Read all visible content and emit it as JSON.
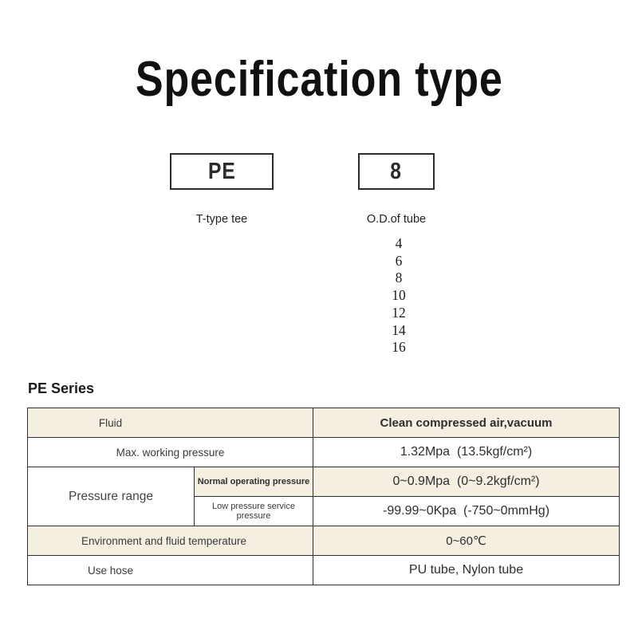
{
  "title": "Specification type",
  "spec_code": {
    "series_code": "PE",
    "series_caption": "T-type tee",
    "size_code": "8",
    "size_caption": "O.D.of tube",
    "size_options": [
      "4",
      "6",
      "8",
      "10",
      "12",
      "14",
      "16"
    ]
  },
  "series_heading": "PE Series",
  "table": {
    "rows": [
      {
        "label": "Fluid",
        "value": "Clean compressed air,vacuum"
      },
      {
        "label": "Max. working pressure",
        "value": "1.32Mpa  (13.5kgf/cm²)"
      },
      {
        "group_label": "Pressure range",
        "sub_label": "Normal operating pressure",
        "value": "0~0.9Mpa  (0~9.2kgf/cm²)"
      },
      {
        "sub_label": "Low pressure service pressure",
        "value": "-99.99~0Kpa  (-750~0mmHg)"
      },
      {
        "label": "Environment and fluid temperature",
        "value": "0~60℃"
      },
      {
        "label": "Use hose",
        "value": "PU tube, Nylon tube"
      }
    ]
  },
  "colors": {
    "row_accent": "#f5efe2",
    "border": "#2f2f2f",
    "title_text": "#111111"
  }
}
